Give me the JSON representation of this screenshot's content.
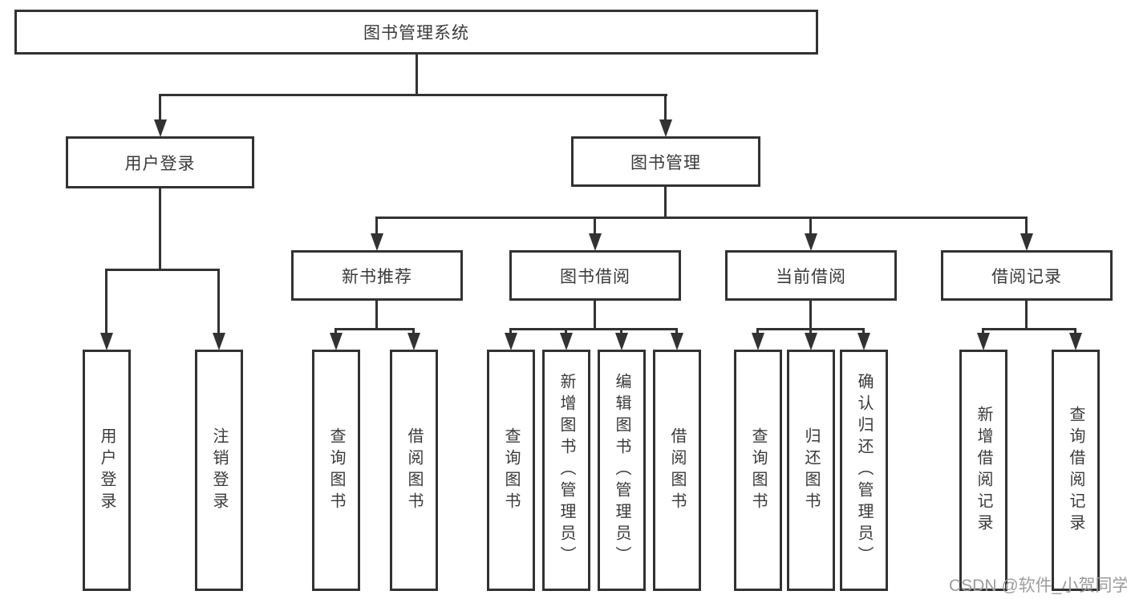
{
  "diagram_title": "图书管理系统",
  "colors": {
    "line": "#323232",
    "text": "#3a3a3a",
    "watermark": "#9c9c9c",
    "background": "#ffffff"
  },
  "nodes": {
    "root": {
      "label": "图书管理系统"
    },
    "user_login": {
      "label": "用户登录"
    },
    "book_mgmt": {
      "label": "图书管理"
    },
    "new_book_rec": {
      "label": "新书推荐"
    },
    "book_borrow": {
      "label": "图书借阅"
    },
    "current_borrow": {
      "label": "当前借阅"
    },
    "borrow_record": {
      "label": "借阅记录"
    },
    "leaf_user_login": {
      "label": "用户登录"
    },
    "leaf_logout": {
      "label": "注销登录"
    },
    "leaf_rec_query": {
      "label": "查询图书"
    },
    "leaf_rec_borrow": {
      "label": "借阅图书"
    },
    "leaf_bb_query": {
      "label": "查询图书"
    },
    "leaf_bb_add": {
      "label": "新增图书（管理员）"
    },
    "leaf_bb_edit": {
      "label": "编辑图书（管理员）"
    },
    "leaf_bb_borrow": {
      "label": "借阅图书"
    },
    "leaf_cb_query": {
      "label": "查询图书"
    },
    "leaf_cb_return": {
      "label": "归还图书"
    },
    "leaf_cb_confirm": {
      "label": "确认归还（管理员）"
    },
    "leaf_br_add": {
      "label": "新增借阅记录"
    },
    "leaf_br_query": {
      "label": "查询借阅记录"
    }
  },
  "watermark": {
    "text": "CSDN @软件_小贺同学"
  }
}
